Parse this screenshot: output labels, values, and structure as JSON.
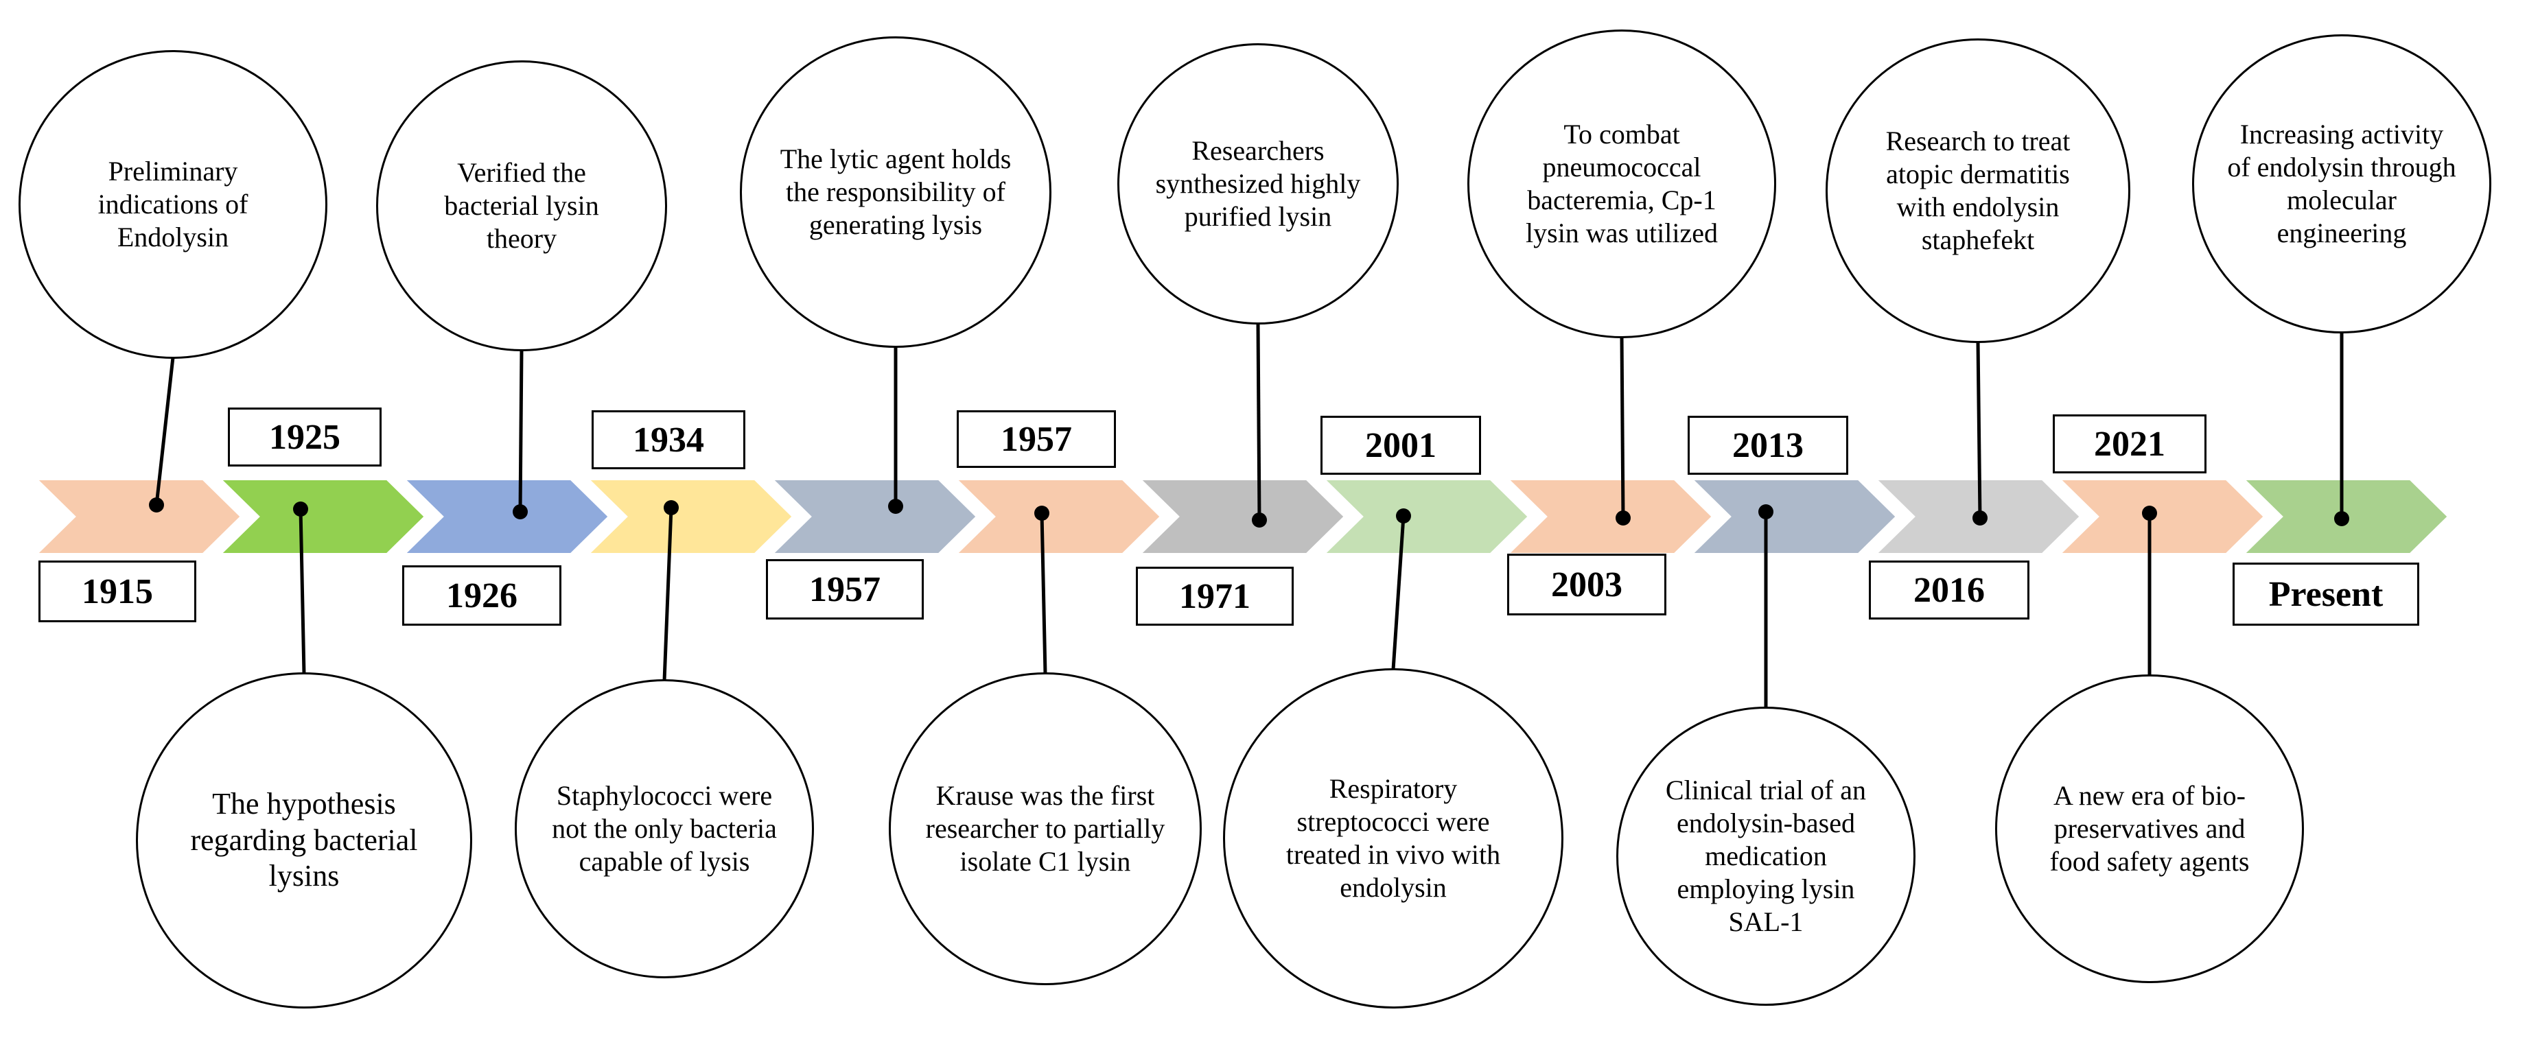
{
  "milestones": [
    {
      "year": "1915",
      "text": "Preliminary indications of Endolysin",
      "position": "top",
      "color": "#f8cbad"
    },
    {
      "year": "1925",
      "text": "The hypothesis regarding bacterial lysins",
      "position": "bottom",
      "color": "#92d050"
    },
    {
      "year": "1926",
      "text": "Verified the bacterial lysin theory",
      "position": "top",
      "color": "#8faadc"
    },
    {
      "year": "1934",
      "text": "Staphylococci were not the only bacteria capable of lysis",
      "position": "bottom",
      "color": "#ffe699"
    },
    {
      "year": "1957",
      "text": "The lytic agent holds the responsibility of generating lysis",
      "position": "top",
      "color": "#adb9ca"
    },
    {
      "year": "1957",
      "text": "Krause was the first researcher to partially isolate C1 lysin",
      "position": "bottom",
      "color": "#f8cbad"
    },
    {
      "year": "1971",
      "text": "Researchers synthesized highly purified lysin",
      "position": "top",
      "color": "#bfbfbf"
    },
    {
      "year": "2001",
      "text": "Respiratory streptococci were treated in vivo with endolysin",
      "position": "bottom",
      "color": "#c5e0b4"
    },
    {
      "year": "2003",
      "text": "To combat pneumococcal bacteremia, Cp-1 lysin was utilized",
      "position": "top",
      "color": "#f8cbad"
    },
    {
      "year": "2013",
      "text": "Clinical trial of an endolysin-based medication employing lysin SAL-1",
      "position": "bottom",
      "color": "#adb9ca"
    },
    {
      "year": "2016",
      "text": "Research to treat atopic dermatitis with endolysin staphefekt",
      "position": "top",
      "color": "#d0d0d0"
    },
    {
      "year": "2021",
      "text": "A new era of bio-preservatives and food safety agents",
      "position": "bottom",
      "color": "#f8cbad"
    },
    {
      "year": "Present",
      "text": "Increasing activity of endolysin through molecular engineering",
      "position": "top",
      "color": "#a9d18e"
    }
  ]
}
